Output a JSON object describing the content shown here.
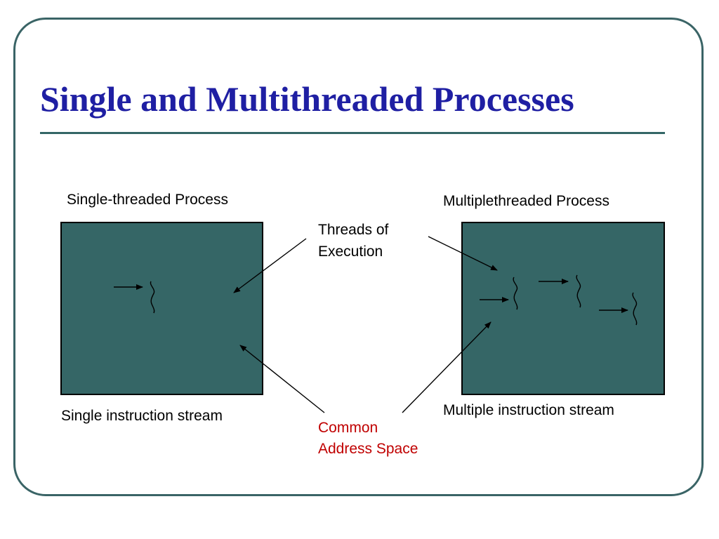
{
  "title": "Single and Multithreaded Processes",
  "colors": {
    "title": "#1f1fa3",
    "frame": "#3a6466",
    "process_fill": "#356666",
    "red_label": "#c00000"
  },
  "single": {
    "heading": "Single-threaded Process",
    "caption": "Single instruction stream"
  },
  "multi": {
    "heading": "Multiplethreaded Process",
    "caption": "Multiple instruction stream"
  },
  "callouts": {
    "threads_line1": "Threads of",
    "threads_line2": "Execution",
    "address_line1": "Common",
    "address_line2": "Address Space"
  }
}
